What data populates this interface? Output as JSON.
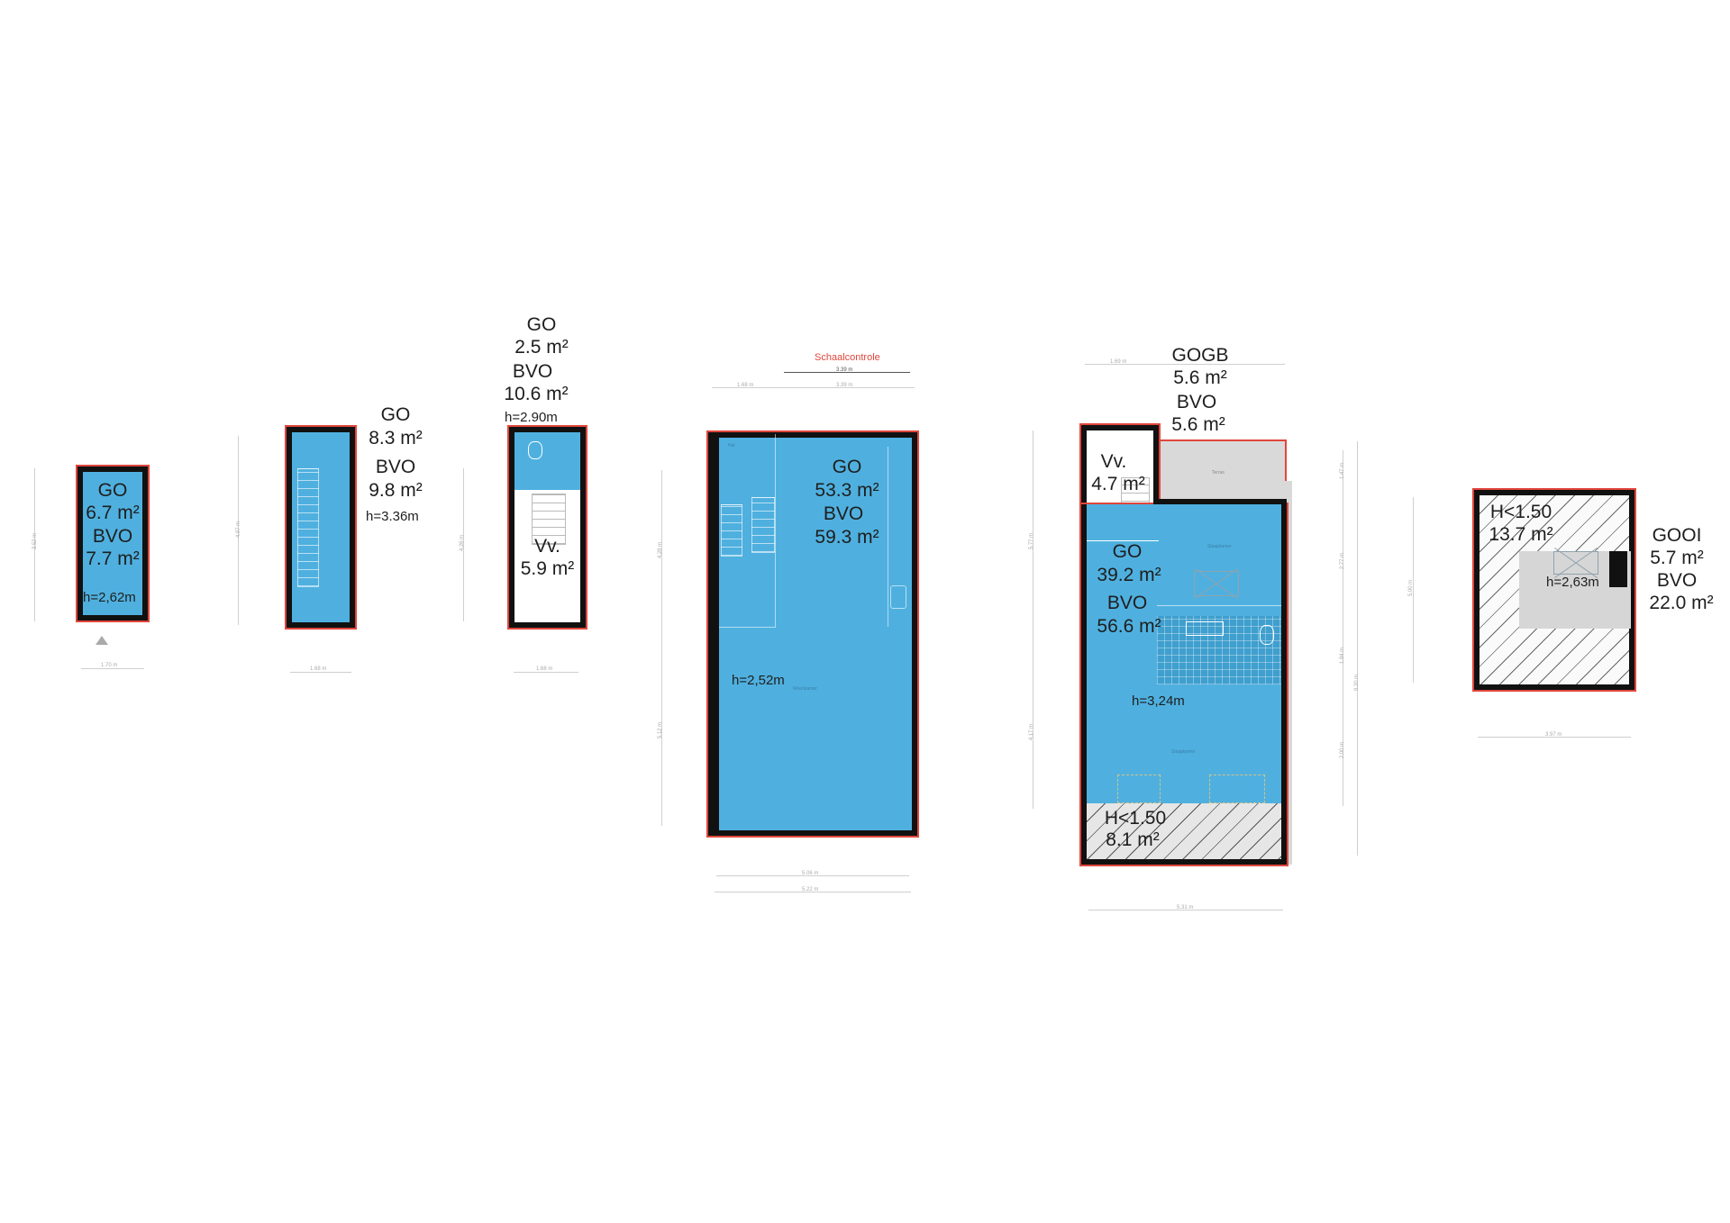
{
  "scale_label": "Schaalcontrole",
  "scale_value": "3.39 m",
  "plans": {
    "p1": {
      "go": "GO",
      "go_area": "6.7 m²",
      "bvo": "BVO",
      "bvo_area": "7.7 m²",
      "height": "h=2,62m",
      "dim_w": "1.70 m",
      "dim_h": "3.52 m"
    },
    "p2": {
      "go": "GO",
      "go_area": "8.3 m²",
      "bvo": "BVO",
      "bvo_area": "9.8 m²",
      "height": "h=3.36m",
      "dim_w": "1.68 m",
      "dim_h": "4.97 m"
    },
    "p3": {
      "go": "GO",
      "go_area": "2.5 m²",
      "bvo": "BVO",
      "bvo_area": "10.6 m²",
      "height": "h=2.90m",
      "vv": "Vv.",
      "vv_area": "5.9 m²",
      "dim_w": "1.68 m",
      "dim_h": "4.26 m"
    },
    "p4": {
      "go": "GO",
      "go_area": "53.3 m²",
      "bvo": "BVO",
      "bvo_area": "59.3 m²",
      "height": "h=2,52m",
      "room_hal": "Hal",
      "room_woon": "Woonkamer",
      "dim_top1": "1.68 m",
      "dim_top2": "3.39 m",
      "dim_bot1": "5.06 m",
      "dim_bot2": "5.22 m",
      "dim_l1": "4.28 m",
      "dim_l2": "5.12 m"
    },
    "p5": {
      "gogb": "GOGB",
      "gogb_area": "5.6 m²",
      "bvo_top": "BVO",
      "bvo_top_area": "5.6 m²",
      "vv": "Vv.",
      "vv_area": "4.7 m²",
      "go": "GO",
      "go_area": "39.2 m²",
      "bvo": "BVO",
      "bvo_area": "56.6 m²",
      "height": "h=3,24m",
      "h_low": "H<1.50",
      "h_low_area": "8.1 m²",
      "terras": "Terras",
      "slaapkamer1": "Slaapkamer",
      "slaapkamer2": "Slaapkamer",
      "dim_top": "1.69 m",
      "dim_bot": "5.31 m",
      "dim_l1": "5.77 m",
      "dim_l2": "4.17 m",
      "dim_r1": "1.47 m",
      "dim_r2": "2.77 m",
      "dim_r3": "1.84 m",
      "dim_r4": "2.00 m",
      "dim_r5": "9.20 m"
    },
    "p6": {
      "h_low": "H<1.50",
      "h_low_area": "13.7 m²",
      "height": "h=2,63m",
      "gooi": "GOOI",
      "gooi_area": "5.7 m²",
      "bvo": "BVO",
      "bvo_area": "22.0 m²",
      "dim_w": "3.97 m",
      "dim_h": "5.00 m"
    }
  }
}
